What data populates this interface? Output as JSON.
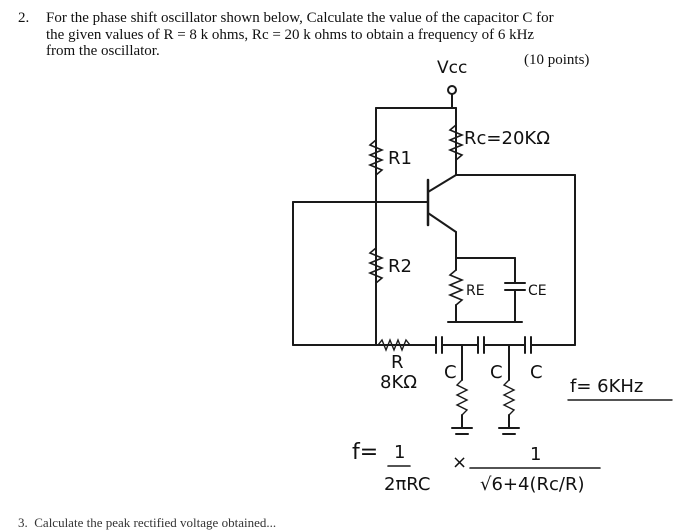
{
  "question": {
    "number": "2.",
    "lines": [
      "For the phase shift oscillator shown below, Calculate the value of the capacitor C for",
      "the given values of R = 8 k ohms, Rc = 20 k ohms to obtain a frequency of 6 kHz",
      "from the oscillator."
    ],
    "points": "(10 points)"
  },
  "diagram": {
    "vcc": "Vcc",
    "rc": "Rc=20KΩ",
    "r1": "R1",
    "r2": "R2",
    "re": "RE",
    "ce": "CE",
    "r": "R",
    "r_value": "8KΩ",
    "c1": "C",
    "c2": "C",
    "c3": "C",
    "freq": "f= 6KHz",
    "formula_lhs": "f=",
    "formula_num1": "1",
    "formula_times": "×",
    "formula_num2": "1",
    "formula_den1": "2πRC",
    "formula_den2": "√6+4(Rc/R)"
  },
  "next_question": {
    "number": "3.",
    "text": "Calculate the peak rectified voltage obtained..."
  }
}
